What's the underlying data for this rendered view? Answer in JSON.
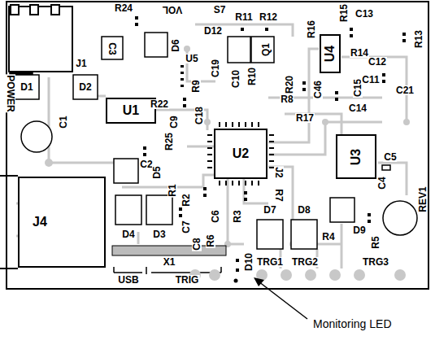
{
  "diagram": {
    "nodes": [
      {
        "text": [
          "U4"
        ]
      },
      {
        "text": [
          "U1"
        ]
      },
      {
        "text": [
          "U2"
        ]
      },
      {
        "text": [
          "U3"
        ]
      },
      {
        "text": [
          "J4"
        ]
      }
    ],
    "labels": [
      "J1",
      "POWER",
      "R24",
      "VOL",
      "D6",
      "C3",
      "S7",
      "R11",
      "R12",
      "R16",
      "R15",
      "C13",
      "R13",
      "D12",
      "U5",
      "C19",
      "C10",
      "R10",
      "Q1",
      "R14",
      "C12",
      "D1",
      "D2",
      "R22",
      "R9",
      "R20",
      "C46",
      "R8",
      "C15",
      "C11",
      "C21",
      "C18",
      "R17",
      "C14",
      "C1",
      "C9",
      "R25",
      "J2",
      "R7",
      "C5",
      "C4",
      "REV1",
      "C2",
      "D5",
      "R1",
      "R2",
      "C7",
      "C6",
      "R3",
      "D7",
      "D8",
      "R4",
      "D9",
      "R5",
      "C8",
      "R6",
      "D4",
      "D3",
      "X1",
      "USB",
      "TRIG",
      "D10",
      "TRG1",
      "TRG2",
      "TRG3",
      "Monitoring LED"
    ]
  }
}
